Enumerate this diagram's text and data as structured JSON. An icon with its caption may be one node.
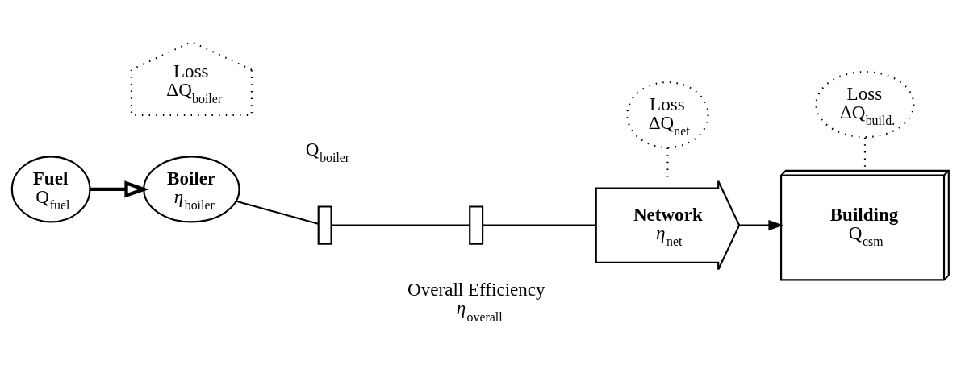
{
  "diagram": {
    "nodes": [
      {
        "text": [
          "Fuel",
          "Q$_{fuel}$"
        ]
      },
      {
        "text": [
          "Loss",
          "ΔQ$_{boiler}$"
        ]
      },
      {
        "text": [
          "Boiler",
          "*η*$_{boiler}$"
        ],
        "beside": [
          "Q$_{boiler}$"
        ]
      },
      {
        "text": [],
        "shape": "box"
      },
      {
        "text": [],
        "shape": "box"
      },
      {
        "text": [
          "Network",
          "*η*$_{net}$"
        ]
      },
      {
        "text": [
          "Loss",
          "ΔQ$_{net}$"
        ]
      },
      {
        "text": [
          "Building",
          "Q$_{csm}$"
        ]
      },
      {
        "text": [
          "Loss",
          "ΔQ$_{build.}$"
        ]
      }
    ],
    "edges": [
      {
        "from": 0,
        "to": 2,
        "arrow": "to",
        "style": "thick"
      },
      {
        "from": 2,
        "to": 3,
        "arrow": "none"
      },
      {
        "from": 3,
        "to": 4,
        "arrow": "none"
      },
      {
        "from": 4,
        "to": 5,
        "arrow": "none"
      },
      {
        "from": 6,
        "to": 5,
        "arrow": "none",
        "style": "dashed"
      },
      {
        "from": 5,
        "to": 7,
        "arrow": "to"
      },
      {
        "from": 8,
        "to": 7,
        "arrow": "none",
        "style": "dashed"
      }
    ],
    "labels": [
      "Overall Efficiency",
      "*η*$_{overall}$"
    ]
  }
}
